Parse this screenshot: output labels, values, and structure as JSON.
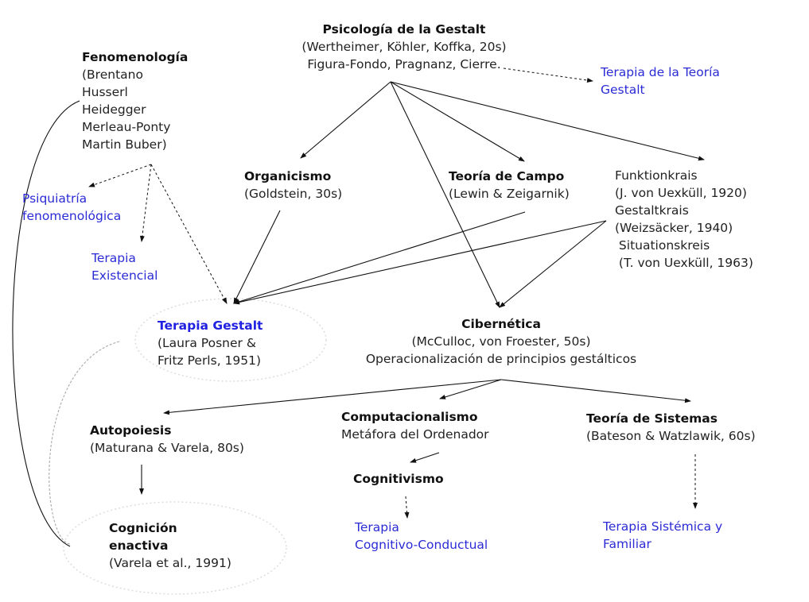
{
  "nodes": {
    "gestalt_psych": {
      "title": "Psicología de la Gestalt",
      "lines": [
        "(Wertheimer, Köhler, Koffka, 20s)",
        "Figura-Fondo, Pragnanz, Cierre."
      ]
    },
    "teoria_gestalt_therapy": {
      "lines": [
        "Terapia de la Teoría",
        "Gestalt"
      ]
    },
    "fenomenologia": {
      "title": "Fenomenología",
      "lines": [
        "(Brentano",
        "Husserl",
        "Heidegger",
        "Merleau-Ponty",
        "Martin Buber)"
      ]
    },
    "psiquiatria": {
      "lines": [
        "Psiquiatría",
        "fenomenológica"
      ]
    },
    "existencial": {
      "lines": [
        "Terapia",
        "Existencial"
      ]
    },
    "organicismo": {
      "title": "Organicismo",
      "lines": [
        "(Goldstein, 30s)"
      ]
    },
    "campo": {
      "title": "Teoría de Campo",
      "lines": [
        "(Lewin & Zeigarnik)"
      ]
    },
    "kreis": {
      "lines": [
        "Funktionkrais",
        "(J. von Uexküll, 1920)",
        "Gestaltkrais",
        "(Weizsäcker, 1940)",
        " Situationskreis",
        " (T. von Uexküll, 1963)"
      ]
    },
    "terapia_gestalt": {
      "title": "Terapia Gestalt",
      "lines": [
        "(Laura Posner &",
        "Fritz Perls, 1951)"
      ]
    },
    "cibernetica": {
      "title": "Cibernética",
      "lines": [
        "(McCulloc, von Froester, 50s)",
        "Operacionalización de principios gestálticos"
      ]
    },
    "autopoiesis": {
      "title": "Autopoiesis",
      "lines": [
        "(Maturana & Varela, 80s)"
      ]
    },
    "computacionalismo": {
      "title": "Computacionalismo",
      "lines": [
        "Metáfora del Ordenador"
      ]
    },
    "cognitivismo": {
      "title": "Cognitivismo"
    },
    "sistemas": {
      "title": "Teoría de Sistemas",
      "lines": [
        "(Bateson & Watzlawik, 60s)"
      ]
    },
    "enactiva": {
      "title_lines": [
        "Cognición",
        "enactiva"
      ],
      "lines": [
        "(Varela et al., 1991)"
      ]
    },
    "tcc": {
      "lines": [
        "Terapia",
        "Cognitivo-Conductual"
      ]
    },
    "sistemica": {
      "lines": [
        "Terapia Sistémica y",
        "Familiar"
      ]
    }
  },
  "colors": {
    "therapy": "#2b2bd6",
    "text": "#222222",
    "edge": "#111111"
  }
}
